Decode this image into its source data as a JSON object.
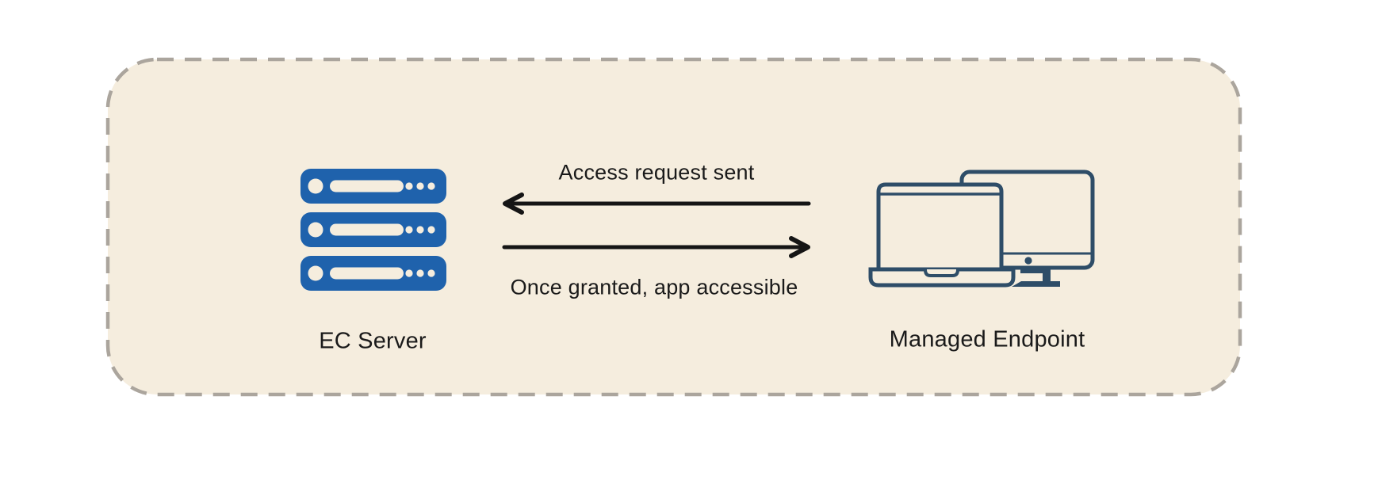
{
  "colors": {
    "page_background": "#FFFFFF",
    "panel_background": "#F5EDDE",
    "panel_border": "#ABA59D",
    "server_blue": "#1F62AC",
    "endpoint_navy": "#2E4D68",
    "arrow_color": "#151515",
    "label_color": "#1A1A1A"
  },
  "nodes": {
    "server": {
      "label": "EC Server",
      "icon": "server-stack-icon"
    },
    "endpoint": {
      "label": "Managed Endpoint",
      "icon": "laptop-and-monitor-icon"
    }
  },
  "flows": {
    "request": {
      "label": "Access request sent",
      "direction": "right-to-left"
    },
    "grant": {
      "label": "Once granted, app accessible",
      "direction": "left-to-right"
    }
  }
}
